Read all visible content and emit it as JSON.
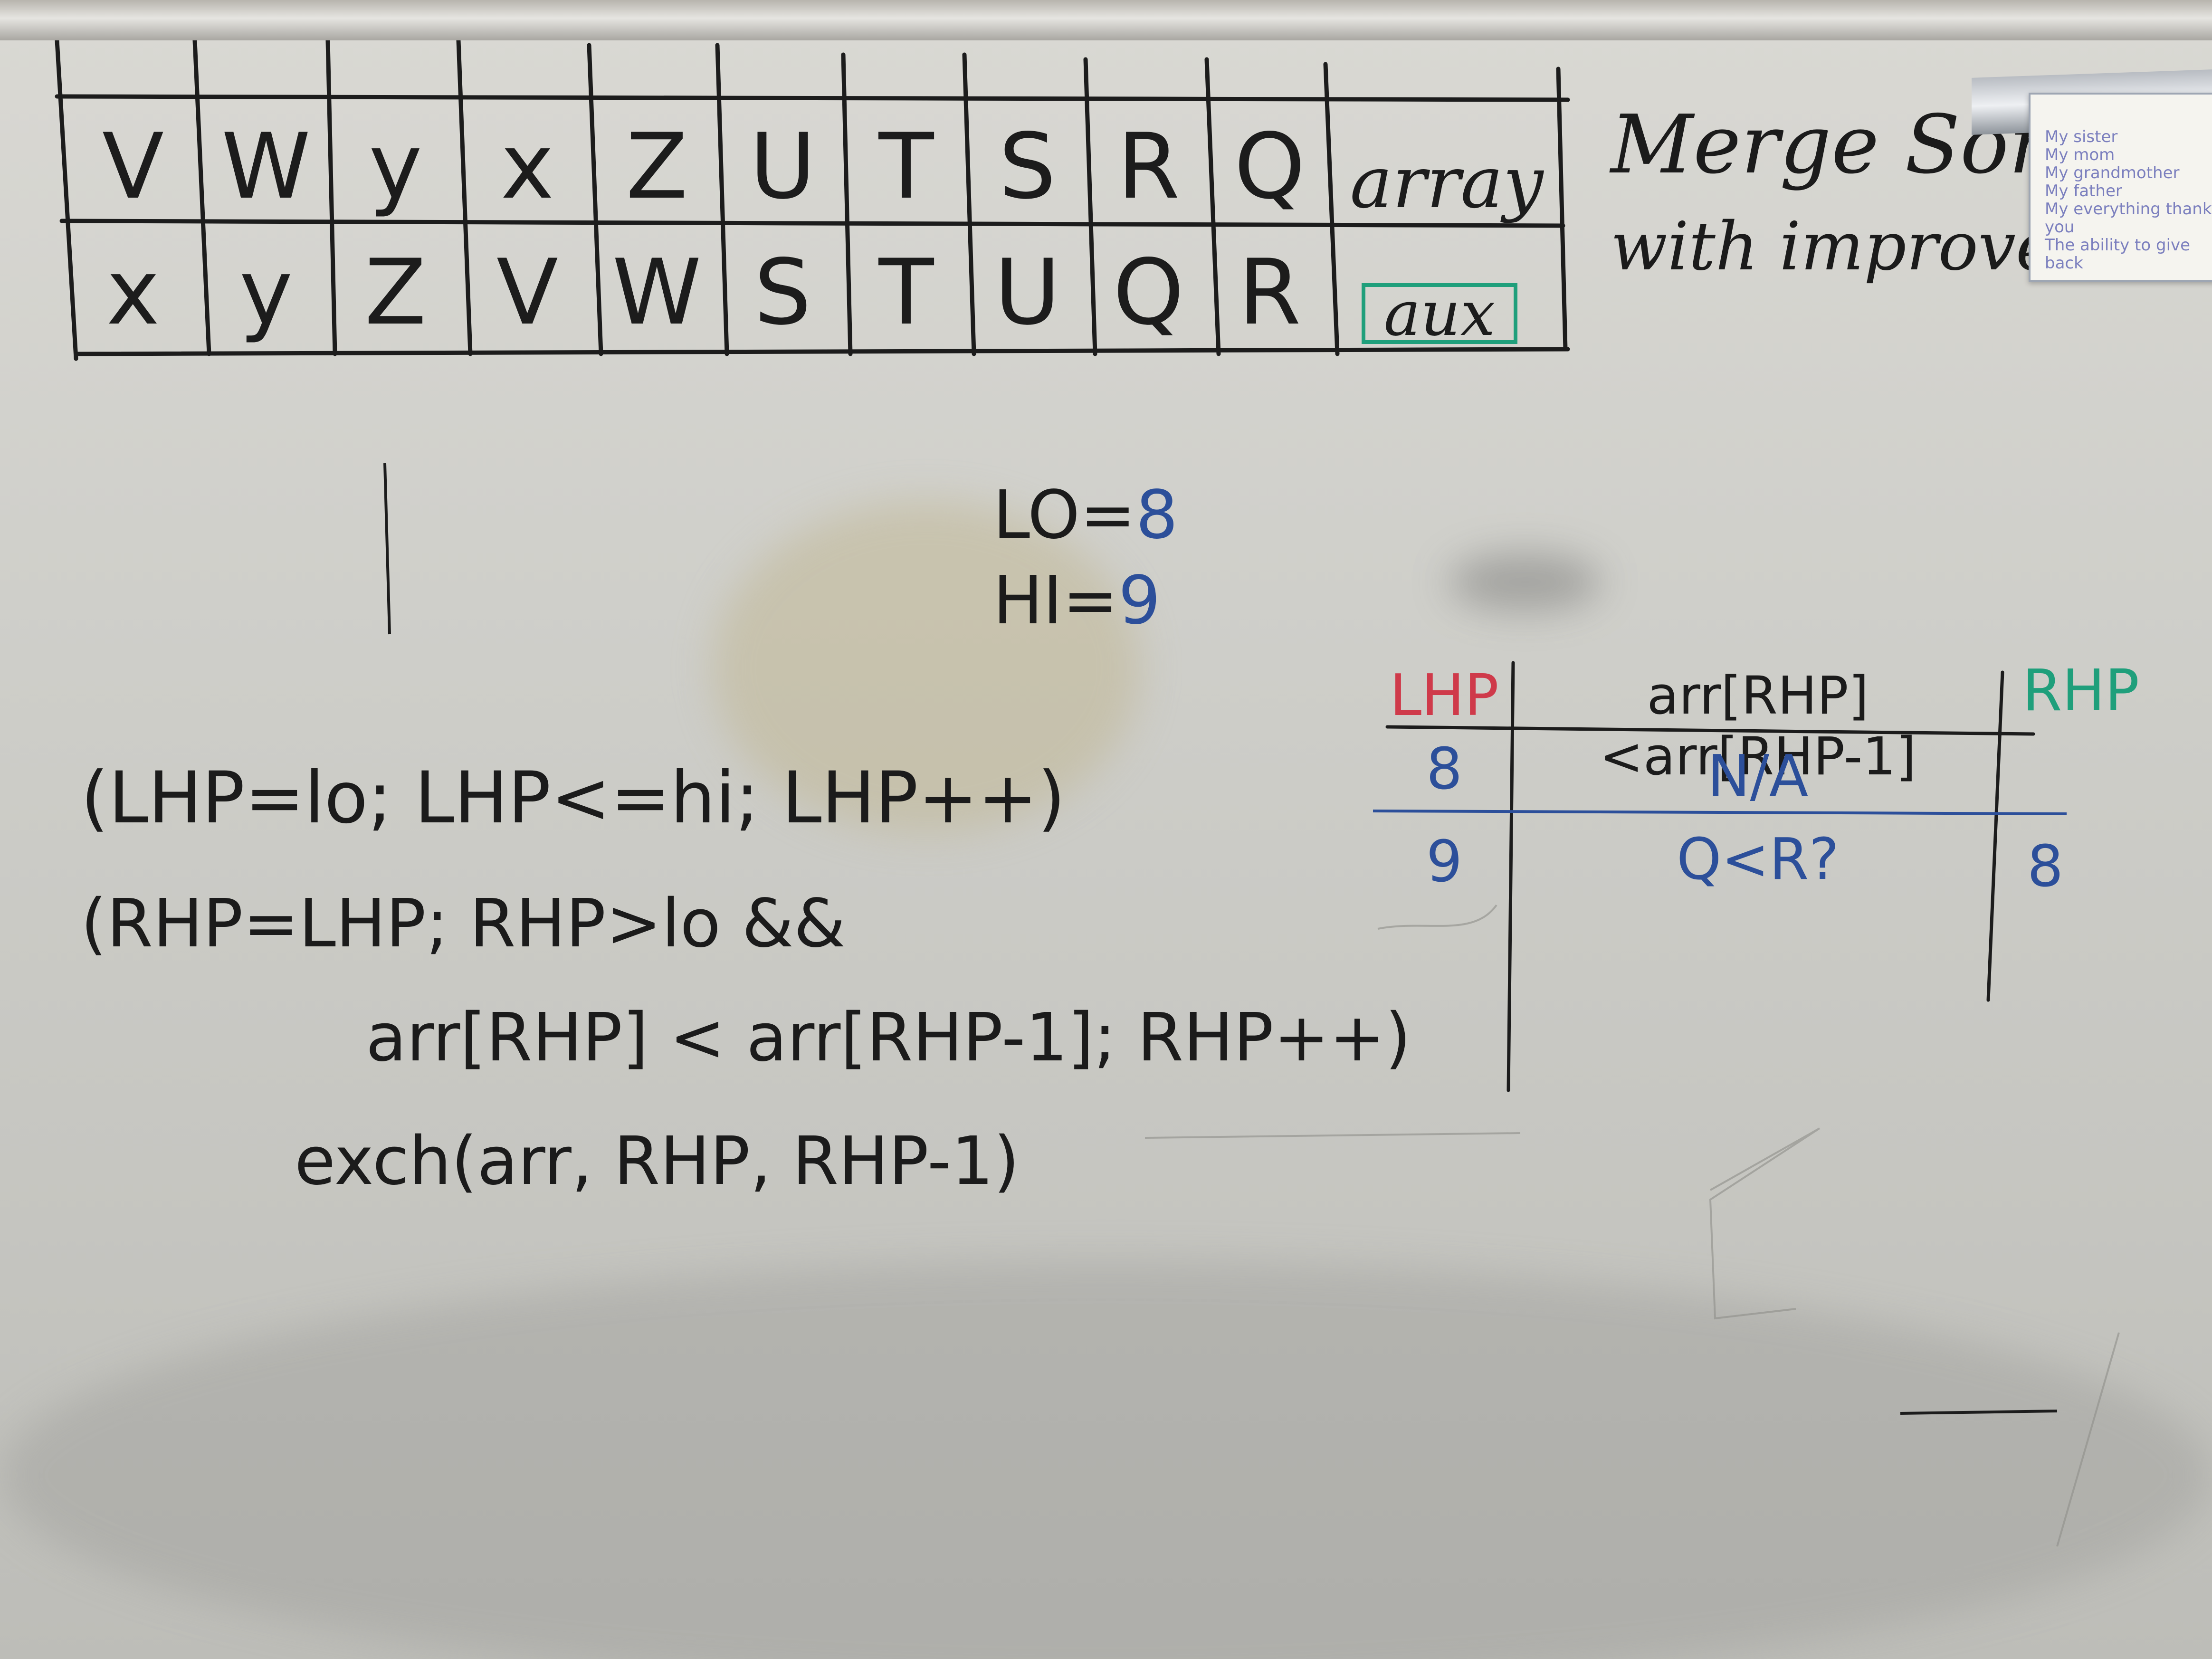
{
  "grid": {
    "rows": [
      [
        "V",
        "W",
        "y",
        "x",
        "Z",
        "U",
        "T",
        "S",
        "R",
        "Q",
        "array"
      ],
      [
        "x",
        "y",
        "Z",
        "V",
        "W",
        "S",
        "T",
        "U",
        "Q",
        "R",
        "aux"
      ]
    ]
  },
  "title": {
    "line1": "Merge Sort",
    "line2": "with improvements"
  },
  "bounds": {
    "lo_label": "LO=",
    "lo_value": "8",
    "hi_label": "HI=",
    "hi_value": "9"
  },
  "code": {
    "line1": "(LHP=lo; LHP<=hi; LHP++)",
    "line2": "(RHP=LHP; RHP>lo &&",
    "line3": "arr[RHP] < arr[RHP-1]; RHP++)",
    "line4": "exch(arr, RHP, RHP-1)"
  },
  "trace_table": {
    "headers": {
      "lhp": "LHP",
      "condition": "arr[RHP]<arr[RHP-1]",
      "rhp": "RHP"
    },
    "rows": [
      {
        "lhp": "8",
        "condition": "N/A",
        "rhp": ""
      },
      {
        "lhp": "9",
        "condition": "Q<R?",
        "rhp": "8"
      }
    ]
  },
  "colors": {
    "black_marker": "#1b1b1b",
    "blue_marker": "#2c4f9a",
    "red_marker": "#cf3a4a",
    "green_marker": "#1f9f7b"
  },
  "icons": {
    "clip_paper": "paper-note-icon"
  },
  "clip_note": {
    "lines": [
      "My sister",
      "My mom",
      "My grandmother",
      "My father",
      "My everything thank you",
      "The ability to give back"
    ]
  }
}
